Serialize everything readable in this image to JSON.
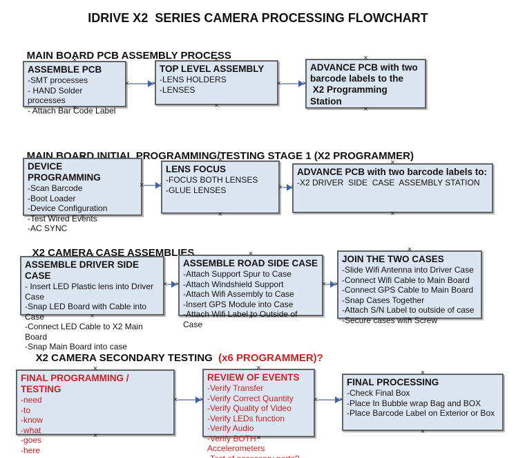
{
  "title": "IDRIVE X2  SERIES CAMERA PROCESSING FLOWCHART",
  "glyphs": {
    "handle": "×"
  },
  "colors": {
    "background": "#ffffff",
    "box_fill": "#dce6f2",
    "box_border": "#636363",
    "red_text": "#cc1f1f",
    "arrow_line": "#93a3c6",
    "arrow_head": "#3e61aa"
  },
  "sections": [
    {
      "header": "MAIN BOARD PCB ASSEMBLY PROCESS",
      "boxes": [
        {
          "title": "ASSEMBLE PCB",
          "items": [
            "-SMT processes",
            "- HAND Solder processes",
            "- Attach Bar Code Label"
          ]
        },
        {
          "title": "TOP LEVEL ASSEMBLY",
          "items": [
            "-LENS HOLDERS",
            "-LENSES"
          ]
        },
        {
          "title": "ADVANCE PCB with two\nbarcode labels to the\n X2 Programming Station",
          "items": []
        }
      ]
    },
    {
      "header": "MAIN BOARD INITIAL PROGRAMMING/TESTING STAGE 1 (X2 PROGRAMMER)",
      "boxes": [
        {
          "title": "DEVICE PROGRAMMING",
          "items": [
            "-Scan Barcode",
            "-Boot Loader",
            "-Device Configuration",
            "-Test Wired Events",
            "-AC SYNC"
          ]
        },
        {
          "title": "LENS FOCUS",
          "items": [
            "-FOCUS BOTH LENSES",
            "-GLUE LENSES"
          ]
        },
        {
          "title": "ADVANCE PCB with two barcode labels to:",
          "items": [
            "-X2 DRIVER  SIDE  CASE  ASSEMBLY STATION"
          ]
        }
      ]
    },
    {
      "header": "X2 CAMERA CASE ASSEMBLIES",
      "boxes": [
        {
          "title": "ASSEMBLE DRIVER SIDE CASE",
          "items": [
            "- Insert LED Plastic lens into Driver Case",
            "-Snap LED Board with Cable into Case",
            "-Connect LED Cable to X2 Main Board",
            "-Snap Main Board into case"
          ]
        },
        {
          "title": "ASSEMBLE ROAD SIDE CASE",
          "items": [
            "-Attach Support Spur to Case",
            "-Attach Windshield Support",
            "-Attach Wifi Assembly to Case",
            "-Insert GPS Module into Case",
            "-Attach Wifi Label to Outside of Case"
          ]
        },
        {
          "title": "JOIN THE TWO CASES",
          "items": [
            "-Slide Wifi Antenna into Driver Case",
            "-Connect Wifi Cable to Main Board",
            "-Connect GPS Cable to Main Board",
            "-Snap Cases Together",
            "-Attach S/N Label to outside of case",
            "-Secure cases with Screw"
          ]
        }
      ]
    },
    {
      "header": "X2 CAMERA SECONDARY TESTING ",
      "header_red": " (x6 PROGRAMMER)?",
      "boxes": [
        {
          "title": "FINAL PROGRAMMING / TESTING",
          "items": [
            "-need",
            "-to",
            "-know",
            "-what",
            "-goes",
            "-here"
          ]
        },
        {
          "title": "REVIEW OF EVENTS",
          "items": [
            "-Verify Transfer",
            "-Verify Correct Quantity",
            "-Verify Quality of Video",
            "-Verify LEDs function",
            "-Verify Audio",
            "-Verify BOTH Accelerometers",
            "-Test of accessory ports?"
          ]
        },
        {
          "title": "FINAL PROCESSING",
          "items": [
            "-Check Final Box",
            "-Place In Bubble wrap Bag and BOX",
            "-Place Barcode Label on Exterior or Box"
          ]
        }
      ]
    }
  ]
}
